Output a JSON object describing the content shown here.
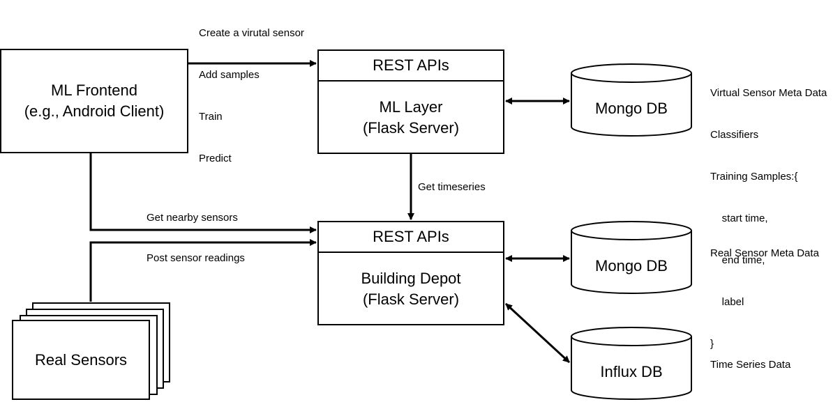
{
  "ml_frontend": {
    "title": "ML Frontend",
    "subtitle": "(e.g., Android Client)"
  },
  "ml_layer": {
    "header": "REST APIs",
    "title": "ML Layer",
    "subtitle": "(Flask Server)"
  },
  "building_depot": {
    "header": "REST APIs",
    "title": "Building Depot",
    "subtitle": "(Flask Server)"
  },
  "real_sensors": {
    "label": "Real Sensors"
  },
  "databases": {
    "mongo_top": "Mongo DB",
    "mongo_bottom": "Mongo DB",
    "influx": "Influx DB"
  },
  "edges": {
    "frontend_to_ml": [
      "Create a virutal sensor",
      "Add samples",
      "Train",
      "Predict"
    ],
    "ml_to_bd": "Get timeseries",
    "nearby": "Get nearby sensors",
    "post": "Post sensor readings"
  },
  "notes": {
    "virtual_meta": [
      "Virtual Sensor Meta Data",
      "Classifiers",
      "Training Samples:{",
      "    start time,",
      "    end time,",
      "    label",
      "}"
    ],
    "real_meta": "Real Sensor Meta Data",
    "timeseries": "Time Series Data"
  }
}
